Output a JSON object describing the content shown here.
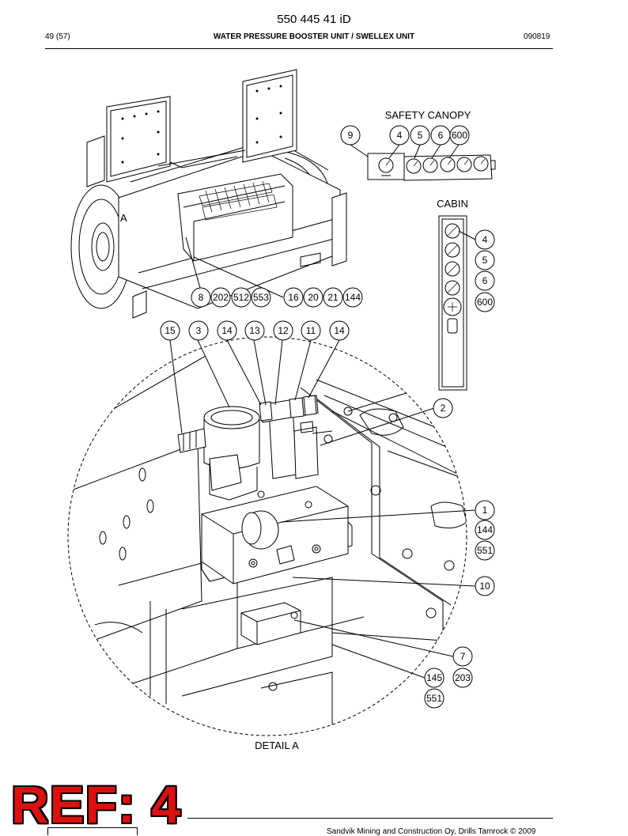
{
  "header": {
    "doc_number": "550 445 41 iD",
    "page": "49 (57)",
    "title": "WATER PRESSURE BOOSTER UNIT / SWELLEX UNIT",
    "date_code": "090819"
  },
  "drawing": {
    "view_marker": "A",
    "safety_canopy_label": "SAFETY CANOPY",
    "cabin_label": "CABIN",
    "detail_label": "DETAIL A",
    "callouts": {
      "canopy": [
        "9",
        "4",
        "5",
        "6",
        "600"
      ],
      "cabin": [
        "4",
        "5",
        "6",
        "600"
      ],
      "machine_row": [
        "8",
        "202",
        "512",
        "553",
        "16",
        "20",
        "21",
        "144"
      ],
      "detail_top": [
        "15",
        "3",
        "14",
        "13",
        "12",
        "11",
        "14"
      ],
      "detail_right": [
        "2",
        "1",
        "144",
        "551",
        "10",
        "7",
        "145",
        "203",
        "551"
      ]
    }
  },
  "stamp": {
    "text": "REF: 4",
    "color": "#dd1010"
  },
  "footer": {
    "text": "Sandvik Mining and Construction Oy, Drills Tamrock © 2009"
  }
}
